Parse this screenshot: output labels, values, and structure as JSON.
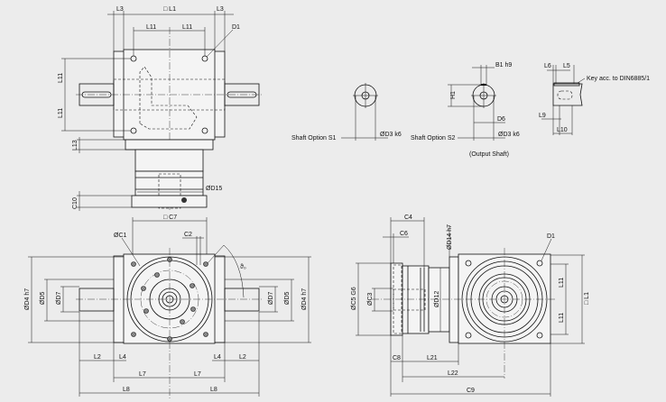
{
  "title": "Bevel gearbox dimension drawing",
  "top_view": {
    "labels": {
      "l3_left": "L3",
      "l1": "□ L1",
      "l3_right": "L3",
      "l11_a": "L11",
      "l11_b": "L11",
      "d1": "D1",
      "l11_v1": "L11",
      "l11_v2": "L11",
      "l13": "L13",
      "d15": "ØD15",
      "c10": "C10"
    }
  },
  "shaft_options": {
    "s1_label": "Shaft Option S1",
    "s1_d3": "ØD3 k6",
    "s2_label": "Shaft Option S2",
    "s2_d3": "ØD3 k6",
    "s2_sub": "(Output Shaft)",
    "b1": "B1 h9",
    "h1": "H1",
    "d6": "D6",
    "l6": "L6",
    "l5": "L5",
    "key": "Key acc. to DIN6885/1",
    "l9": "L9",
    "l10": "L10"
  },
  "front_view": {
    "labels": {
      "c7": "□ C7",
      "c1": "ØC1",
      "c2": "C2",
      "theta": "ϑ₀",
      "d4_left": "ØD4 h7",
      "d5_left": "ØD5",
      "d7_left": "ØD7",
      "d7_right": "ØD7",
      "d5_right": "ØD5",
      "d4_right": "ØD4 h7",
      "l2_left": "L2",
      "l4_left": "L4",
      "l4_right": "L4",
      "l2_right": "L2",
      "l7_left": "L7",
      "l7_right": "L7",
      "l8_left": "L8",
      "l8_right": "L8"
    }
  },
  "side_view": {
    "labels": {
      "c4": "C4",
      "c6": "C6",
      "d14": "ØD14 h7",
      "d1": "D1",
      "c5": "ØC5 G6",
      "c3": "ØC3",
      "d12": "ØD12",
      "l11_a": "L11",
      "l11_b": "L11",
      "l1": "□ L1",
      "c8": "C8",
      "l21": "L21",
      "l22": "L22",
      "c9": "C9"
    }
  }
}
